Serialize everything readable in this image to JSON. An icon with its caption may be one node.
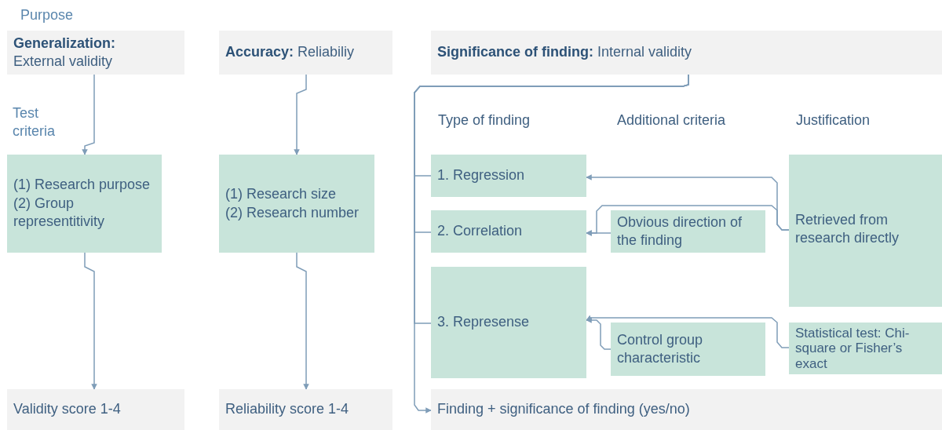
{
  "diagram": {
    "nodes": [
      {
        "text": [
          "**Generalization:** External validity"
        ]
      },
      {
        "text": [
          "**Accuracy:** Reliabiliy"
        ]
      },
      {
        "text": [
          "**Significance of finding:** Internal validity"
        ]
      },
      {
        "text": [
          "(1) Research purpose",
          "(2) Group representitivity"
        ]
      },
      {
        "text": [
          "(1) Research size",
          "(2) Research number"
        ]
      },
      {
        "text": [
          "1. Regression"
        ]
      },
      {
        "text": [
          "2. Correlation"
        ]
      },
      {
        "text": [
          "Obvious direction of the finding"
        ]
      },
      {
        "text": [
          "Retrieved from research directly"
        ]
      },
      {
        "text": [
          "3. Represense"
        ]
      },
      {
        "text": [
          "Control group characteristic"
        ]
      },
      {
        "text": [
          "Statistical test: Chi-square or Fisher’s exact"
        ]
      },
      {
        "text": [
          "Validity score 1-4"
        ]
      },
      {
        "text": [
          "Reliability score 1-4"
        ]
      },
      {
        "text": [
          "Finding + significance of finding (yes/no)"
        ]
      }
    ],
    "edges": [
      {
        "from": 0,
        "to": 3,
        "arrow": "to"
      },
      {
        "from": 3,
        "to": 12,
        "arrow": "to"
      },
      {
        "from": 1,
        "to": 4,
        "arrow": "to"
      },
      {
        "from": 4,
        "to": 13,
        "arrow": "to"
      },
      {
        "from": 2,
        "to": 5,
        "arrow": "none"
      },
      {
        "from": 2,
        "to": 6,
        "arrow": "none"
      },
      {
        "from": 2,
        "to": 9,
        "arrow": "none"
      },
      {
        "from": 2,
        "to": 14,
        "arrow": "to"
      },
      {
        "from": 8,
        "to": 5,
        "arrow": "to"
      },
      {
        "from": 8,
        "to": 6,
        "arrow": "to"
      },
      {
        "from": 7,
        "to": 6,
        "arrow": "to"
      },
      {
        "from": 11,
        "to": 9,
        "arrow": "to"
      },
      {
        "from": 10,
        "to": 9,
        "arrow": "to"
      }
    ],
    "labels": [
      "Purpose",
      "Test criteria",
      "Type of finding",
      "Additional criteria",
      "Justification"
    ]
  }
}
